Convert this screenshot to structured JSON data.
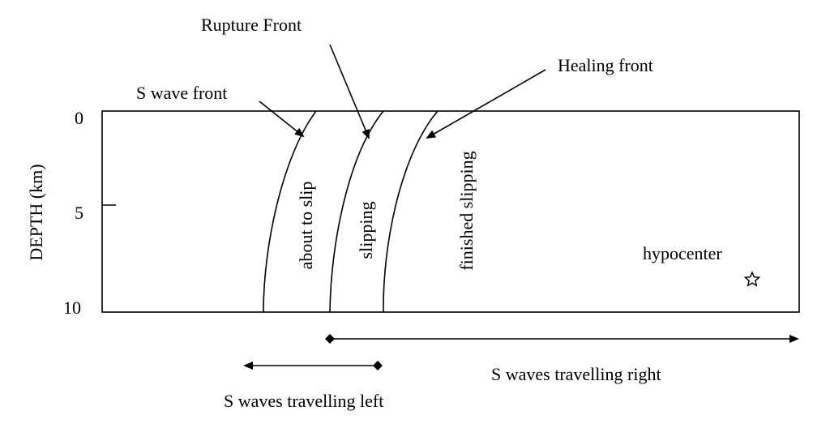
{
  "axis": {
    "ylabel": "DEPTH (km)",
    "ticks": [
      "0",
      "5",
      "10"
    ]
  },
  "labels": {
    "rupture_front": "Rupture Front",
    "healing_front": "Healing front",
    "s_wave_front": "S wave front",
    "about_to_slip": "about to slip",
    "slipping": "slipping",
    "finished_slipping": "finished slipping",
    "hypocenter": "hypocenter",
    "s_waves_left": "S waves travelling left",
    "s_waves_right": "S waves travelling right"
  }
}
